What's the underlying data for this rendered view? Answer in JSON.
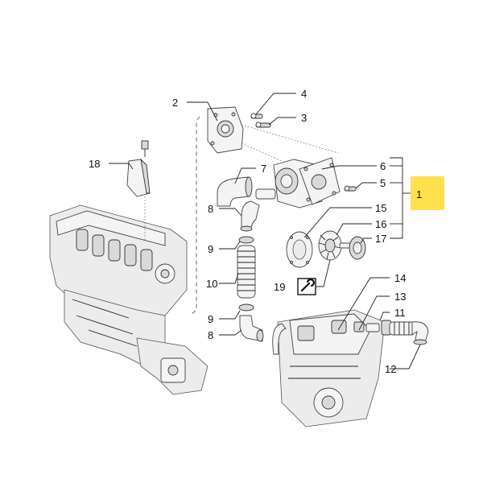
{
  "diagram": {
    "highlight_color": "#ffe14d",
    "callouts": [
      {
        "id": "c2",
        "label": "2"
      },
      {
        "id": "c4",
        "label": "4"
      },
      {
        "id": "c3",
        "label": "3"
      },
      {
        "id": "c18",
        "label": "18"
      },
      {
        "id": "c7",
        "label": "7"
      },
      {
        "id": "c6",
        "label": "6"
      },
      {
        "id": "c5",
        "label": "5"
      },
      {
        "id": "c1",
        "label": "1"
      },
      {
        "id": "c15",
        "label": "15"
      },
      {
        "id": "c16",
        "label": "16"
      },
      {
        "id": "c17",
        "label": "17"
      },
      {
        "id": "c8a",
        "label": "8"
      },
      {
        "id": "c9a",
        "label": "9"
      },
      {
        "id": "c10",
        "label": "10"
      },
      {
        "id": "c19",
        "label": "19"
      },
      {
        "id": "c9b",
        "label": "9"
      },
      {
        "id": "c8b",
        "label": "8"
      },
      {
        "id": "c14",
        "label": "14"
      },
      {
        "id": "c13",
        "label": "13"
      },
      {
        "id": "c11",
        "label": "11"
      },
      {
        "id": "c12",
        "label": "12"
      }
    ],
    "icons": [
      "wrench-icon"
    ]
  }
}
